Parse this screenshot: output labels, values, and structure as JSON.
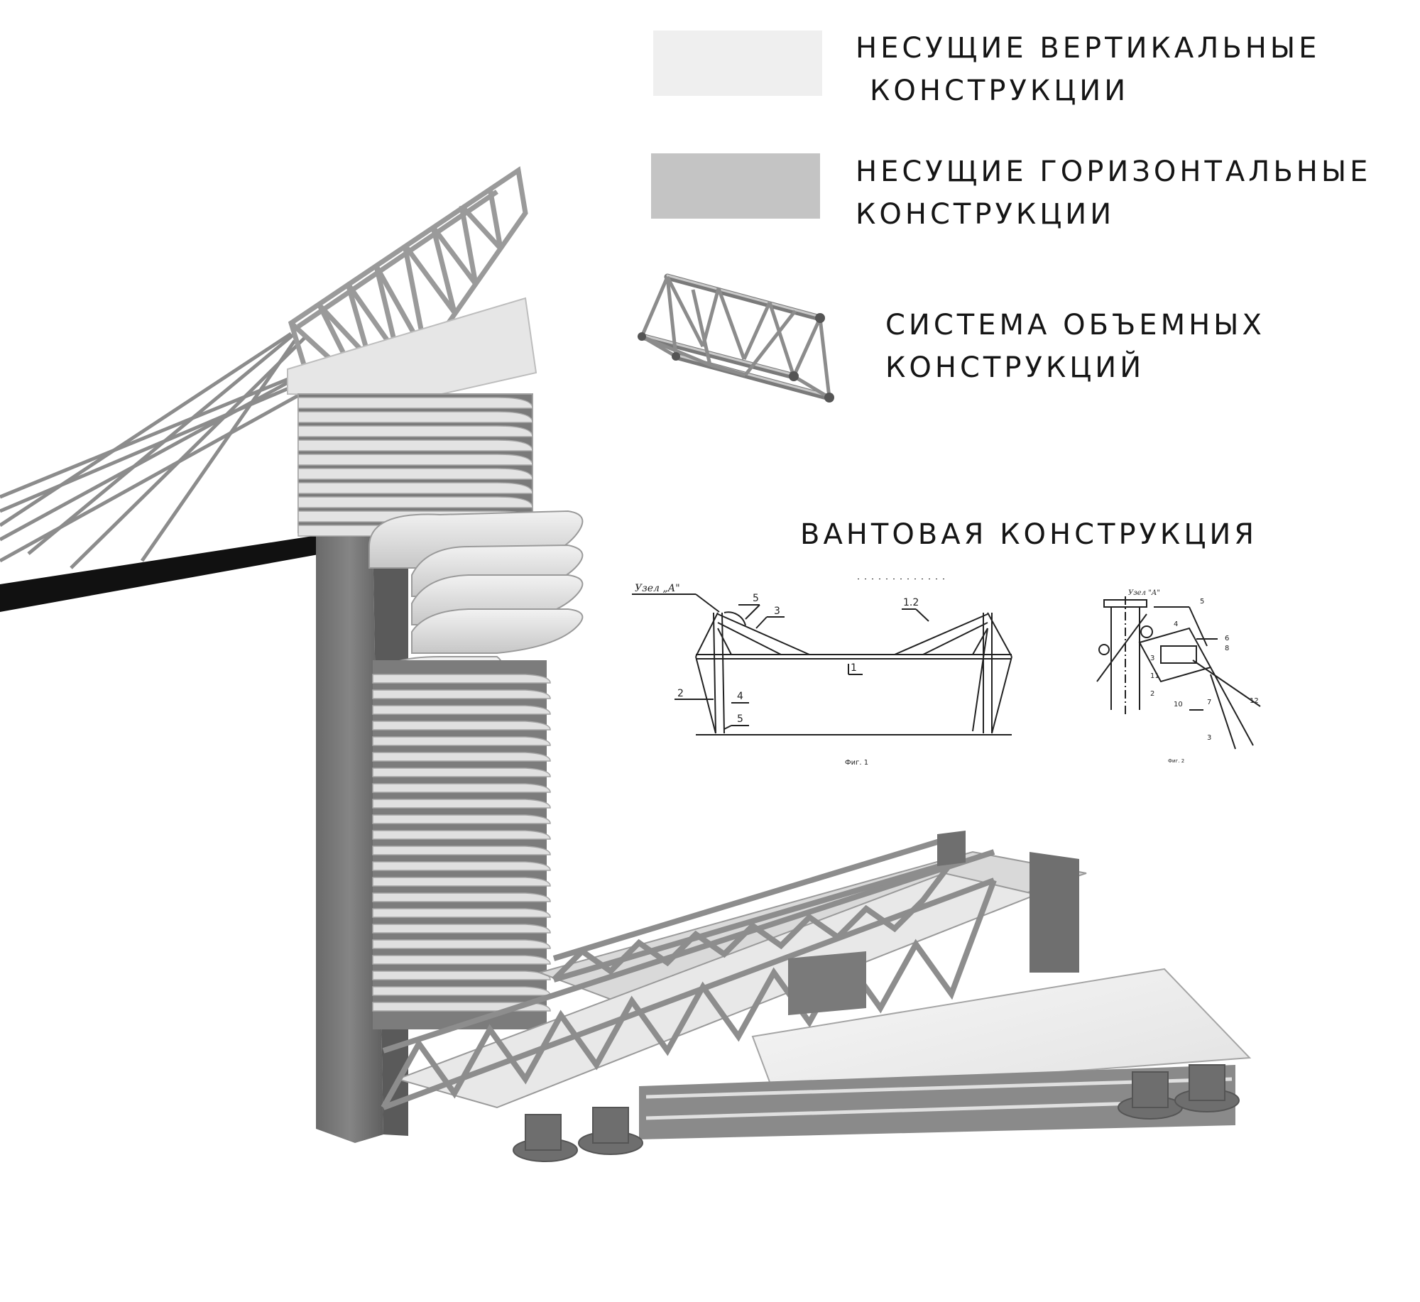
{
  "legend": {
    "vertical": {
      "line1": "НЕСУЩИЕ ВЕРТИКАЛЬНЫЕ",
      "line2": "КОНСТРУКЦИИ",
      "color": "#efefef"
    },
    "horizontal": {
      "line1": "НЕСУЩИЕ ГОРИЗОНТАЛЬНЫЕ",
      "line2": "КОНСТРУКЦИИ",
      "color": "#c4c4c4"
    },
    "spatial": {
      "line1": "СИСТЕМА ОБЪЕМНЫХ",
      "line2": "КОНСТРУКЦИЙ",
      "icon": "space-truss-icon"
    }
  },
  "cable_section": {
    "title": "ВАНТОВАЯ КОНСТРУКЦИЯ",
    "fig1": {
      "caption": "Фиг. 1",
      "node_label": "Узел „А\"",
      "labels": [
        "5",
        "3",
        "1.2",
        "1",
        "2",
        "4",
        "5"
      ]
    },
    "fig2": {
      "caption": "Фиг. 2",
      "node_label": "Узел \"А\"",
      "labels": [
        "5",
        "4",
        "6",
        "8",
        "3",
        "11",
        "2",
        "10",
        "7",
        "3",
        "12"
      ]
    }
  },
  "colors": {
    "dark_structure": "#6b6b6b",
    "mid_structure": "#8a8a8a",
    "slab_light": "#ececec",
    "slab_shade": "#b5b5b5",
    "truss": "#9a9a9a"
  }
}
